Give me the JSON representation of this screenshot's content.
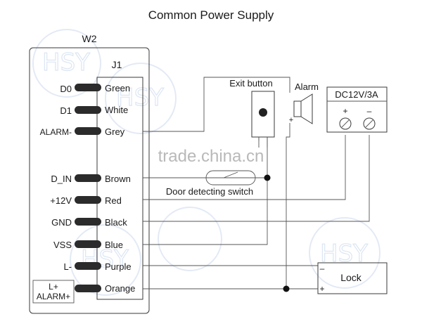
{
  "title": "Common Power Supply",
  "board_label": "W2",
  "connector_label": "J1",
  "pins": [
    {
      "name": "D0",
      "wire": "Green"
    },
    {
      "name": "D1",
      "wire": "White"
    },
    {
      "name": "ALARM-",
      "wire": "Grey"
    },
    {
      "name": "D_IN",
      "wire": "Brown"
    },
    {
      "name": "+12V",
      "wire": "Red"
    },
    {
      "name": "GND",
      "wire": "Black"
    },
    {
      "name": "VSS",
      "wire": "Blue"
    },
    {
      "name": "L-",
      "wire": "Purple"
    },
    {
      "name_line1": "L+",
      "name_line2": "ALARM+",
      "wire": "Orange"
    }
  ],
  "exit_button_label": "Exit button",
  "alarm_label": "Alarm",
  "alarm_plus": "+",
  "psu_label": "DC12V/3A",
  "psu_plus": "+",
  "psu_minus": "–",
  "door_switch_label": "Door detecting switch",
  "lock_label": "Lock",
  "lock_minus": "–",
  "lock_plus": "+",
  "watermark": "trade.china.cn",
  "watermark_logo": "HSY"
}
